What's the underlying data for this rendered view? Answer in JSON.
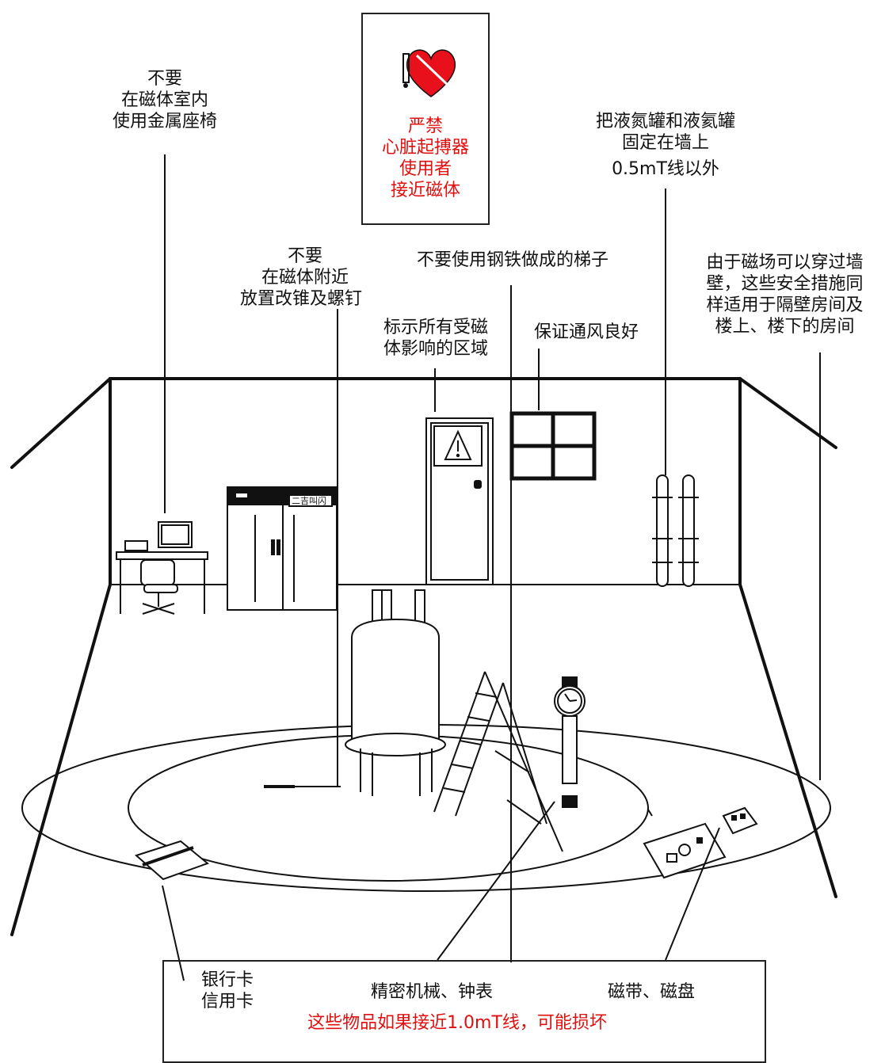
{
  "sign": {
    "line1": "严禁",
    "line2": "心脏起搏器",
    "line3": "使用者",
    "line4": "接近磁体"
  },
  "labels": {
    "chairs": [
      "不要",
      "在磁体室内",
      "使用金属座椅"
    ],
    "cylinders": [
      "把液氮罐和液氦罐",
      "固定在墙上",
      "0.5mT线以外"
    ],
    "ladder": "不要使用钢铁做成的梯子",
    "screws": [
      "不要",
      "在磁体附近",
      "放置改锥及螺钉"
    ],
    "walls": [
      "由于磁场可以穿过墙",
      "壁，这些安全措施同",
      "样适用于隔壁房间及",
      "楼上、楼下的房间"
    ],
    "zones": [
      "标示所有受磁",
      "体影响的区域"
    ],
    "ventilation": "保证通风良好"
  },
  "cabinet_label": "二吉叫闪",
  "bottom": {
    "cards": [
      "银行卡",
      "信用卡"
    ],
    "watch": "精密机械、钟表",
    "tape": "磁带、磁盘",
    "warning": "这些物品如果接近1.0mT线，可能损坏"
  },
  "colors": {
    "warning_red": "#e01010",
    "heart_red": "#e8101a",
    "line": "#111111"
  }
}
